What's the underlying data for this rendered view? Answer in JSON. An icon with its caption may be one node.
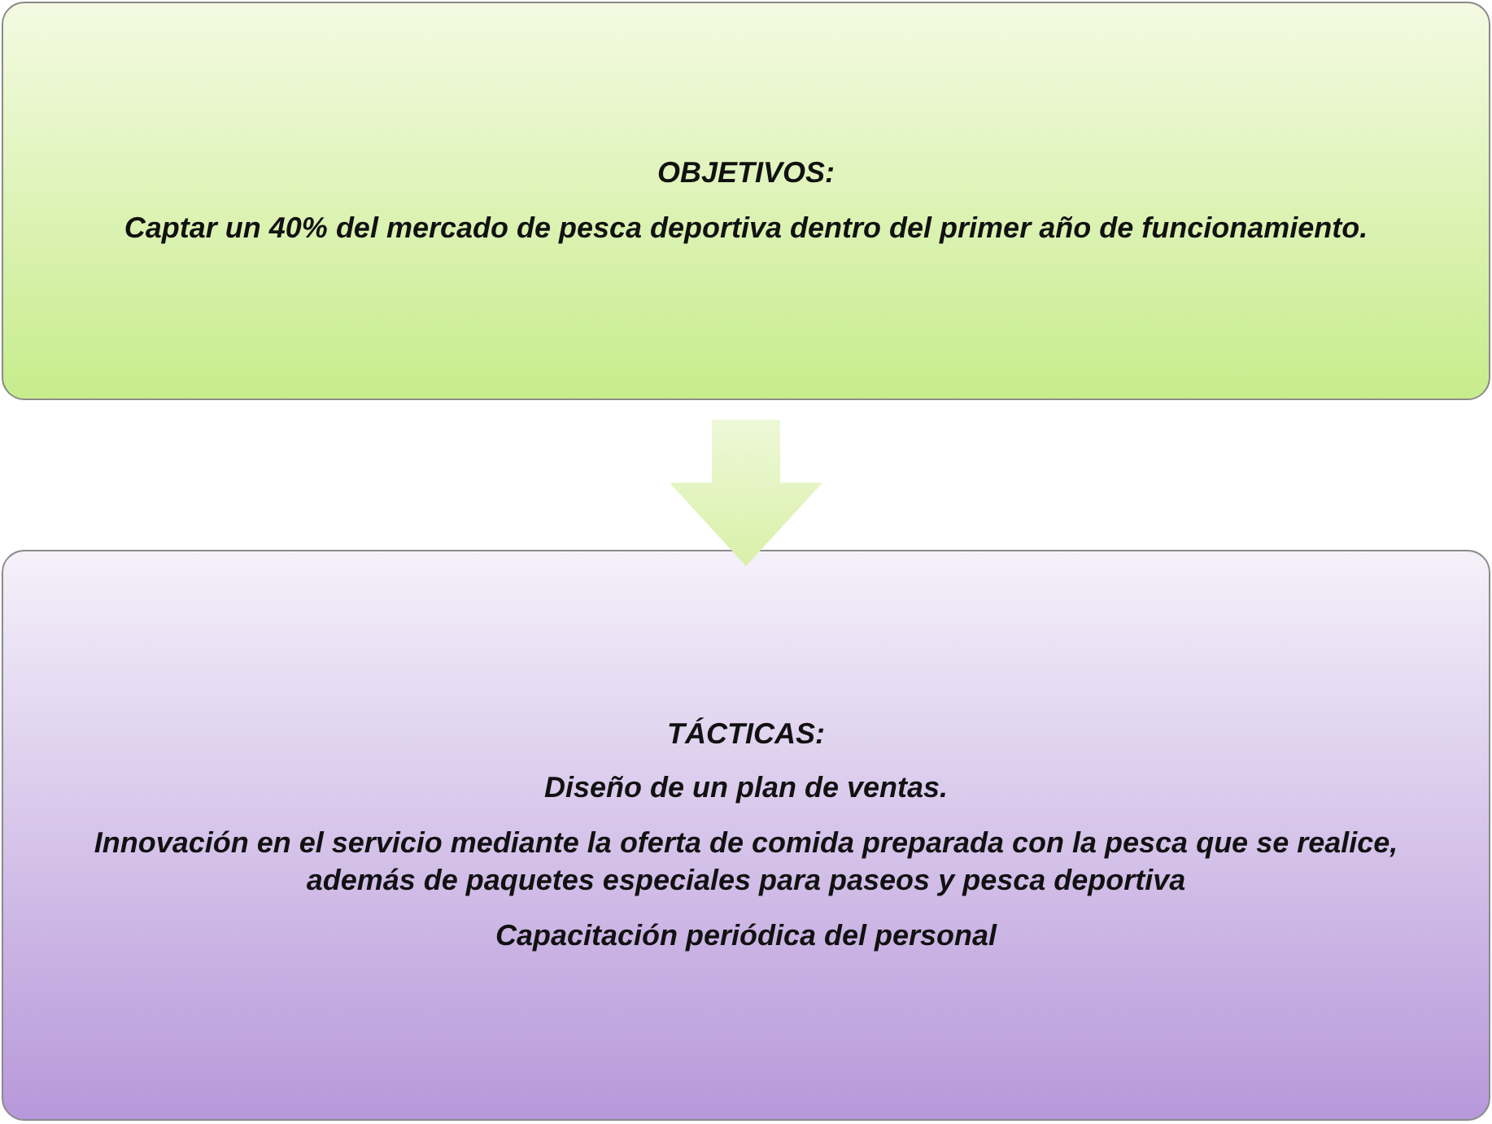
{
  "diagram": {
    "nodes": [
      {
        "text": [
          "OBJETIVOS:",
          "Captar un 40% del mercado de pesca deportiva dentro del primer año de funcionamiento."
        ]
      },
      {
        "text": [
          "TÁCTICAS:",
          "Diseño de un plan de ventas.",
          "Innovación en el servicio mediante la oferta de comida preparada con la pesca que se realice, además de paquetes especiales para paseos y pesca deportiva",
          "Capacitación periódica del personal"
        ]
      }
    ],
    "edges": [
      {
        "from": 0,
        "to": 1,
        "arrow": "to"
      }
    ]
  }
}
